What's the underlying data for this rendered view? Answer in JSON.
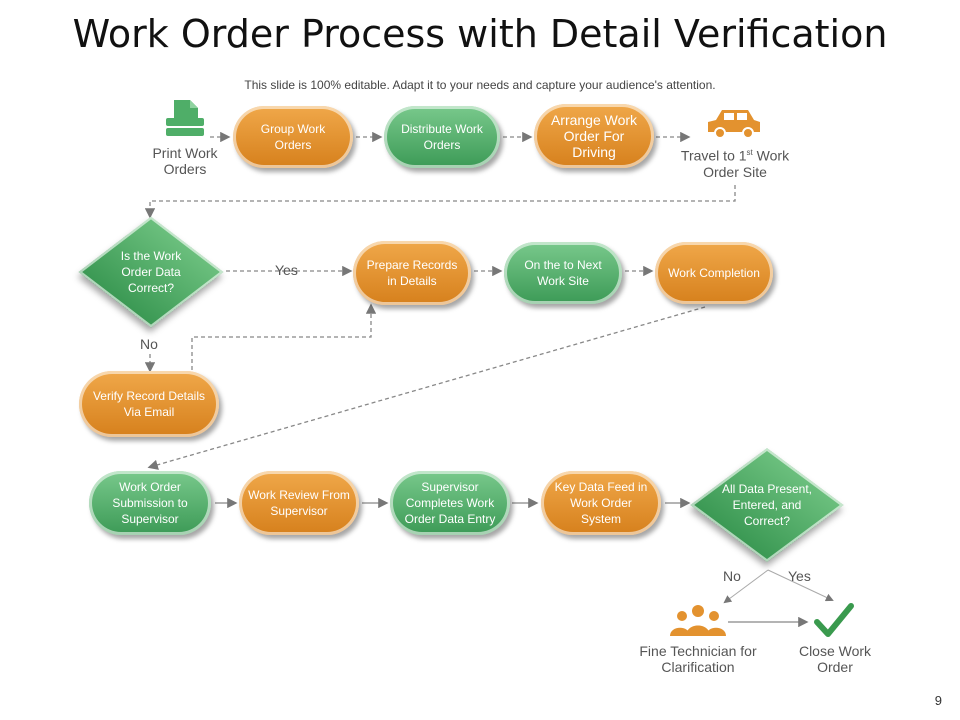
{
  "title": "Work Order Process with Detail Verification",
  "subtitle": "This slide is 100% editable. Adapt it to your needs and capture your audience's attention.",
  "icons": {
    "print": "printer-icon",
    "travel": "car-icon",
    "fine": "people-group-icon",
    "close": "checkmark-icon"
  },
  "colors": {
    "orange": "#e3922f",
    "green": "#4fae68",
    "text_gray": "#555555"
  },
  "steps": {
    "print_work_orders": "Print Work Orders",
    "group_work_orders": "Group Work Orders",
    "distribute_work_orders": "Distribute Work Orders",
    "arrange_work_order": "Arrange Work Order For Driving",
    "travel_prefix": "Travel to 1",
    "travel_sup": "st",
    "travel_suffix": " Work Order Site",
    "decision_1": "Is the Work Order Data Correct?",
    "yes_1": "Yes",
    "no_1": "No",
    "prepare_records": "Prepare Records in Details",
    "next_work_site": "On the to Next Work Site",
    "work_completion": "Work Completion",
    "verify_record": "Verify Record Details Via Email",
    "submission": "Work Order Submission to Supervisor",
    "work_review": "Work Review From Supervisor",
    "supervisor_completes": "Supervisor Completes Work Order Data Entry",
    "key_data_feed": "Key Data Feed in Work Order System",
    "decision_2": "All Data Present, Entered, and Correct?",
    "no_2": "No",
    "yes_2": "Yes",
    "fine_technician": "Fine Technician for Clarification",
    "close_work_order": "Close Work Order"
  },
  "page_number": "9"
}
